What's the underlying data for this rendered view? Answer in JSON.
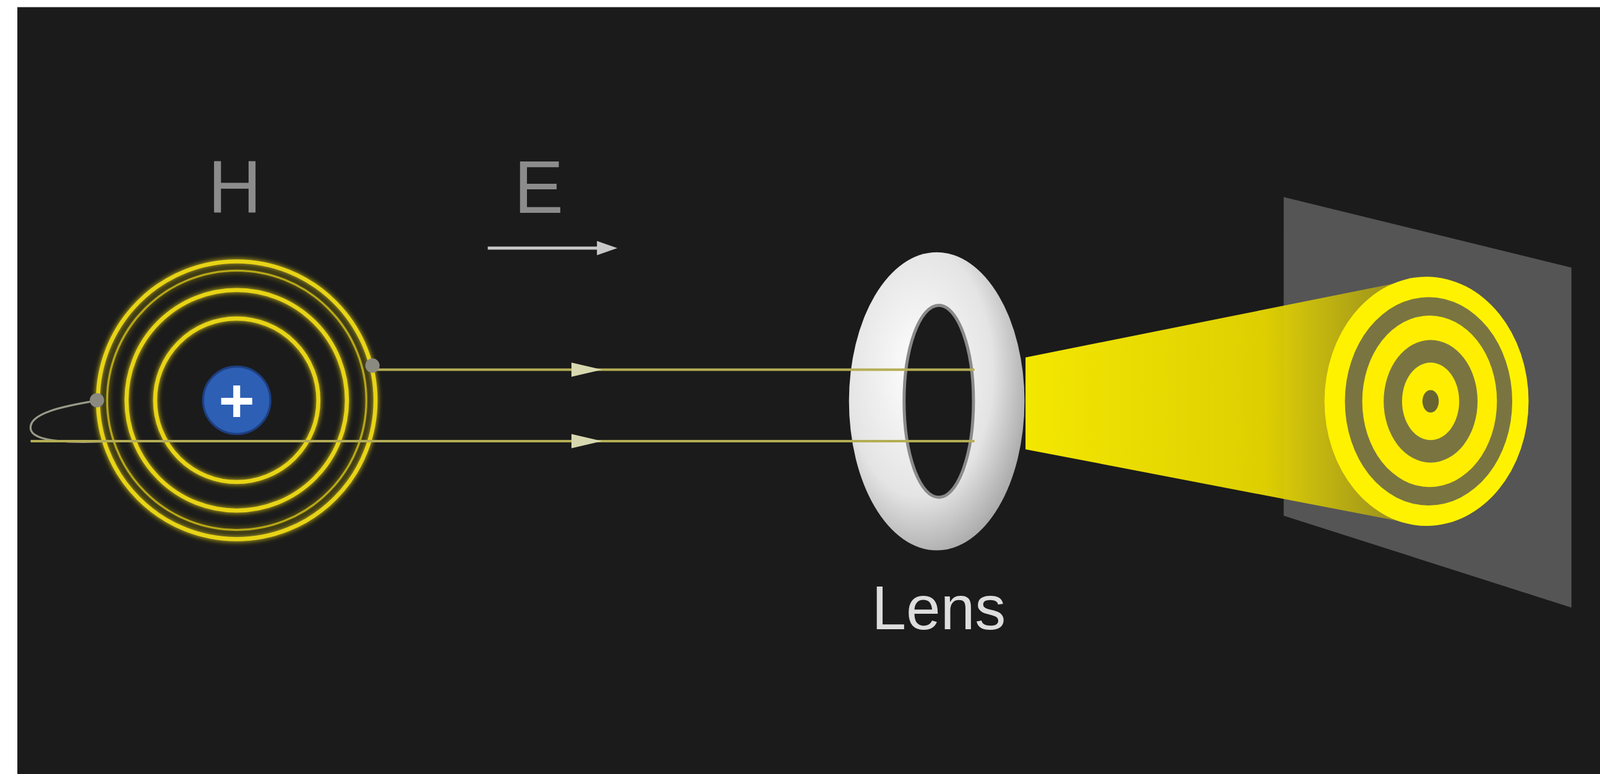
{
  "diagram": {
    "labels": [
      "H",
      "E",
      "+",
      "Lens"
    ]
  }
}
